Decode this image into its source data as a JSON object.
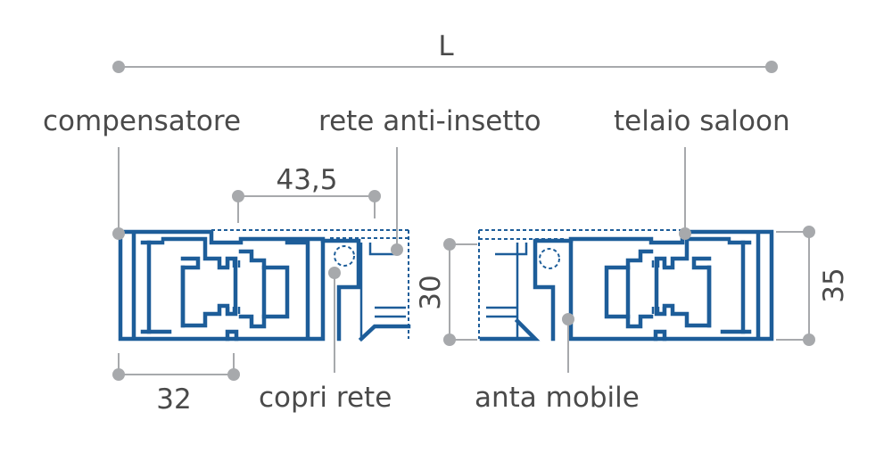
{
  "dimensions": {
    "overall_width": "L",
    "pitch": "43,5",
    "frame_depth": "32",
    "leaf_height": "30",
    "frame_height": "35"
  },
  "labels": {
    "compensator": "compensatore",
    "insect_screen": "rete anti-insetto",
    "saloon_frame": "telaio saloon",
    "screen_cover": "copri rete",
    "moving_leaf": "anta mobile"
  },
  "colors": {
    "profile": "#1d5d99",
    "leader": "#a7a9ac",
    "text": "#4a4a4a"
  }
}
